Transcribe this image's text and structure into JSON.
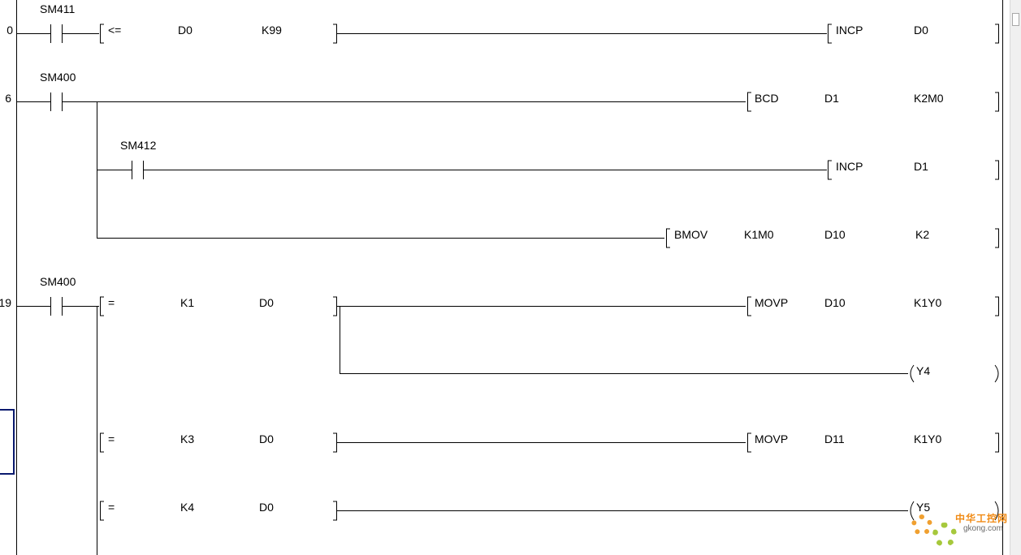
{
  "rungs": [
    {
      "step": "0",
      "contacts": [
        "SM411"
      ],
      "compare": {
        "op": "<=",
        "s1": "D0",
        "s2": "K99"
      },
      "instructions": [
        {
          "name": "INCP",
          "operands": [
            "D0"
          ]
        }
      ]
    },
    {
      "step": "6",
      "contacts": [
        "SM400"
      ],
      "instructions": [
        {
          "name": "BCD",
          "operands": [
            "D1",
            "K2M0"
          ]
        },
        {
          "branch_contact": "SM412",
          "name": "INCP",
          "operands": [
            "D1"
          ]
        },
        {
          "name": "BMOV",
          "operands": [
            "K1M0",
            "D10",
            "K2"
          ]
        }
      ]
    },
    {
      "step": "19",
      "contacts": [
        "SM400"
      ],
      "branches": [
        {
          "compare": {
            "op": "=",
            "s1": "K1",
            "s2": "D0"
          },
          "instructions": [
            {
              "name": "MOVP",
              "operands": [
                "D10",
                "K1Y0"
              ]
            }
          ],
          "coil": "Y4"
        },
        {
          "compare": {
            "op": "=",
            "s1": "K3",
            "s2": "D0"
          },
          "instructions": [
            {
              "name": "MOVP",
              "operands": [
                "D11",
                "K1Y0"
              ]
            }
          ]
        },
        {
          "compare": {
            "op": "=",
            "s1": "K4",
            "s2": "D0"
          },
          "coil": "Y5"
        }
      ]
    }
  ],
  "watermark": {
    "cn": "中华工控网",
    "en": "gkong.com"
  }
}
